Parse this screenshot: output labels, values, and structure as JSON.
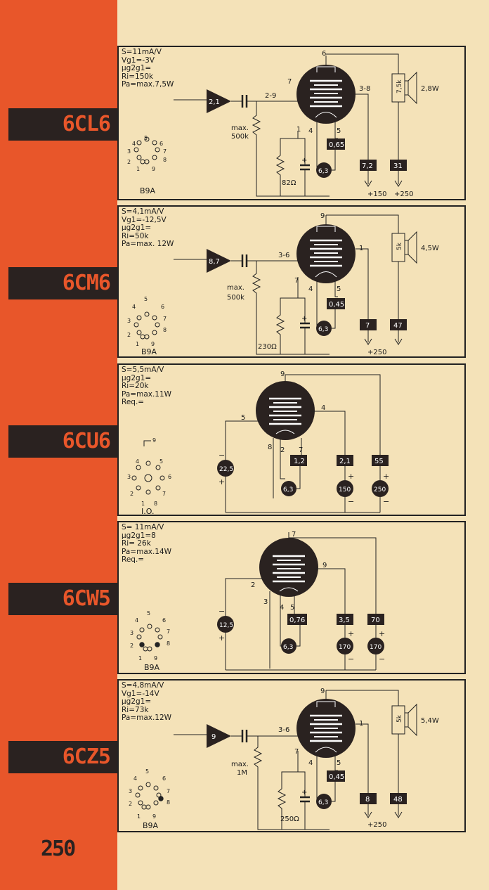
{
  "page_number": "250",
  "tubes": [
    {
      "name": "6CL6",
      "specs": [
        "S=11mA/V",
        "Vg1=-3V",
        "μg2g1=",
        "Ri=150k",
        "Pa=max.7,5W"
      ],
      "base": "B9A",
      "input": "2,1",
      "grid_r": [
        "max.",
        "500k"
      ],
      "cath_r": "82Ω",
      "heater": "6,3",
      "pins": {
        "top": "6",
        "left": "7",
        "grid": "2-9",
        "anode": "3-8",
        "k": "1",
        "h1": "4",
        "h2": "5"
      },
      "boxes": [
        "0,65",
        "7,2",
        "31"
      ],
      "supply": [
        "+150",
        "+250"
      ],
      "load": "7,5k",
      "power": "2,8W"
    },
    {
      "name": "6CM6",
      "specs": [
        "S=4,1mA/V",
        "Vg1=-12,5V",
        "μg2g1=",
        "Ri=50k",
        "Pa=max. 12W"
      ],
      "base": "B9A",
      "input": "8,7",
      "grid_r": [
        "max.",
        "500k"
      ],
      "cath_r": "230Ω",
      "heater": "6,3",
      "pins": {
        "top": "9",
        "left": "7",
        "grid": "3-6",
        "anode": "1",
        "h1": "4",
        "h2": "5"
      },
      "boxes": [
        "0,45",
        "7",
        "47"
      ],
      "supply": [
        "+250"
      ],
      "load": "5k",
      "power": "4,5W"
    },
    {
      "name": "6CU6",
      "specs": [
        "S=5,5mA/V",
        "μg2g1=",
        "Ri=20k",
        "Pa=max.11W",
        "Req.="
      ],
      "base": "I.O.",
      "heater": "6,3",
      "pins": {
        "top": "9",
        "g": "5",
        "a": "4",
        "p8": "8",
        "p2": "2",
        "p7": "7",
        "cap": "9"
      },
      "boxes": [
        "1,2",
        "2,1",
        "55"
      ],
      "circles": [
        "22,5",
        "150",
        "250"
      ]
    },
    {
      "name": "6CW5",
      "specs": [
        "S= 11mA/V",
        "μg2g1=8",
        "Ri= 26k",
        "Pa=max.14W",
        "Req.="
      ],
      "base": "B9A",
      "heater": "6,3",
      "pins": {
        "top": "7",
        "g": "2",
        "a": "9",
        "p3": "3",
        "p4": "4",
        "p5": "5"
      },
      "boxes": [
        "0,76",
        "3,5",
        "70"
      ],
      "circles": [
        "12,5",
        "170",
        "170"
      ]
    },
    {
      "name": "6CZ5",
      "specs": [
        "S=4,8mA/V",
        "Vg1=-14V",
        "μg2g1=",
        "Ri=73k",
        "Pa=max.12W"
      ],
      "base": "B9A",
      "input": "9",
      "grid_r": [
        "max.",
        "1M"
      ],
      "cath_r": "250Ω",
      "heater": "6,3",
      "pins": {
        "top": "9",
        "left": "7",
        "grid": "3-6",
        "anode": "1",
        "h1": "4",
        "h2": "5"
      },
      "boxes": [
        "0,45",
        "8",
        "48"
      ],
      "supply": [
        "+250"
      ],
      "load": "5k",
      "power": "5,4W"
    }
  ]
}
